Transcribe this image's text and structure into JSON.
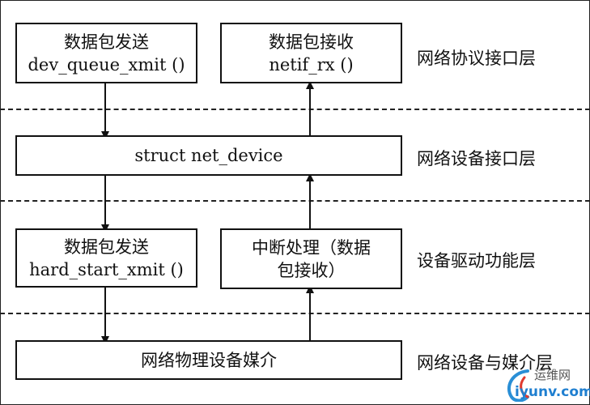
{
  "boxes": {
    "send_top": {
      "line1": "数据包发送",
      "line2": "dev_queue_xmit ()"
    },
    "recv_top": {
      "line1": "数据包接收",
      "line2": "netif_rx ()"
    },
    "net_device": {
      "line1": "struct net_device"
    },
    "send_driver": {
      "line1": "数据包发送",
      "line2": "hard_start_xmit ()"
    },
    "interrupt": {
      "line1": "中断处理（数据",
      "line2": "包接收）"
    },
    "media": {
      "line1": "网络物理设备媒介"
    }
  },
  "layers": {
    "protocol": "网络协议接口层",
    "device_interface": "网络设备接口层",
    "driver": "设备驱动功能层",
    "media": "网络设备与媒介层"
  },
  "watermark": {
    "cn": "运维网",
    "url": "iyunv.com"
  }
}
